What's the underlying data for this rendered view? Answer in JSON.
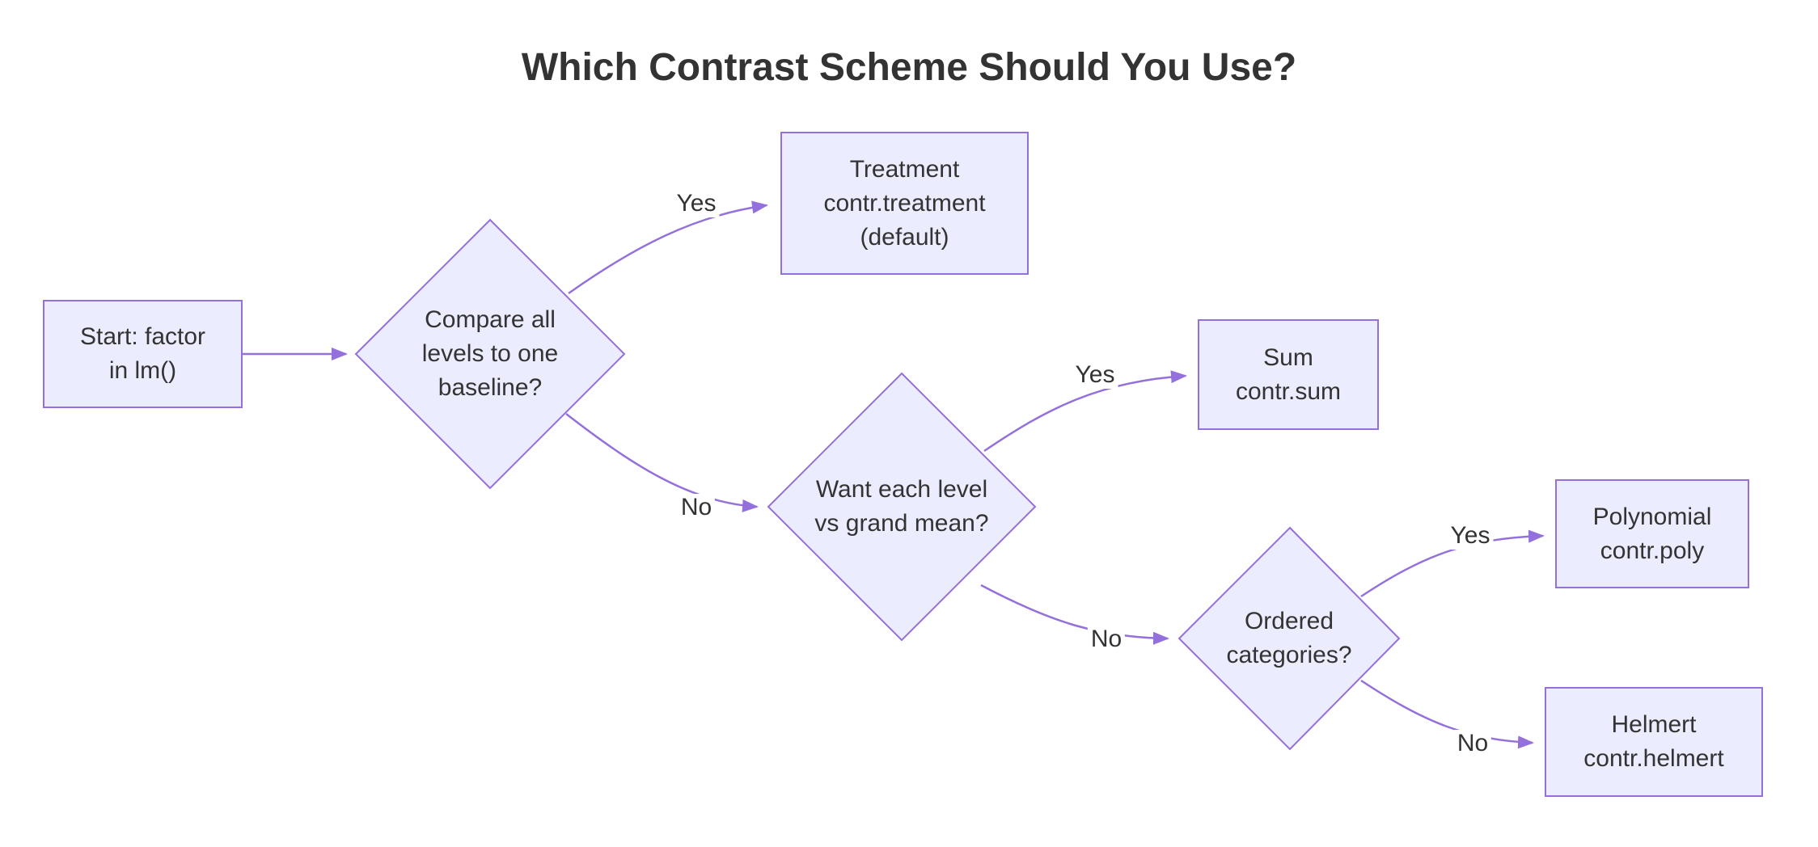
{
  "title": "Which Contrast Scheme Should You Use?",
  "colors": {
    "background": "#ffffff",
    "node_fill": "#ECECFF",
    "node_border": "#9370DB",
    "edge": "#9370DB",
    "text": "#333333",
    "label_bg": "#ffffff"
  },
  "nodes": {
    "start": {
      "label": "Start: factor\nin lm()",
      "shape": "rectangle"
    },
    "q_baseline": {
      "label": "Compare all\nlevels to one\nbaseline?",
      "shape": "diamond"
    },
    "treatment": {
      "label": "Treatment\ncontr.treatment\n(default)",
      "shape": "rectangle"
    },
    "q_grand_mean": {
      "label": "Want each level\nvs grand mean?",
      "shape": "diamond"
    },
    "sum": {
      "label": "Sum\ncontr.sum",
      "shape": "rectangle"
    },
    "q_ordered": {
      "label": "Ordered\ncategories?",
      "shape": "diamond"
    },
    "polynomial": {
      "label": "Polynomial\ncontr.poly",
      "shape": "rectangle"
    },
    "helmert": {
      "label": "Helmert\ncontr.helmert",
      "shape": "rectangle"
    }
  },
  "edge_labels": {
    "baseline_yes": "Yes",
    "baseline_no": "No",
    "grand_mean_yes": "Yes",
    "grand_mean_no": "No",
    "ordered_yes": "Yes",
    "ordered_no": "No"
  }
}
